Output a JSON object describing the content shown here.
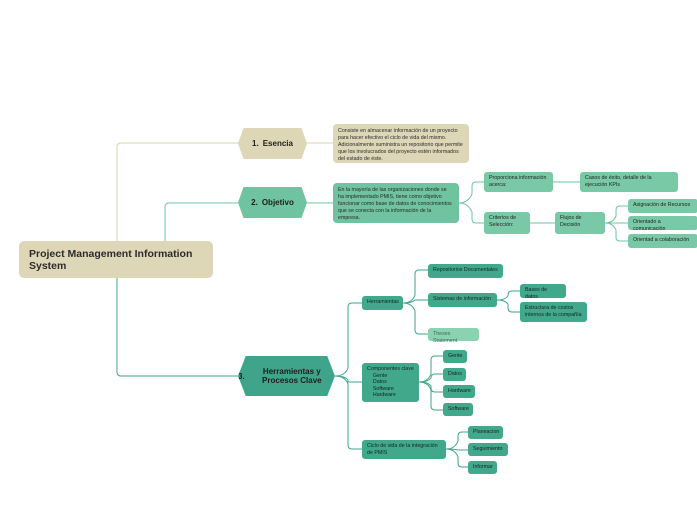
{
  "root": {
    "title": "Project Management Information System"
  },
  "branches": {
    "esencia": {
      "number": "1.",
      "label": "Esencia",
      "description": "Consiste en almacenar información de un proyecto para hacer efectivo el ciclo de vida del mismo. Adicionalmente suministra un repositorio que permite que los involucrados del proyecto estén informados del estado de éste."
    },
    "objetivo": {
      "number": "2.",
      "label": "Objetivo",
      "description": "En la mayoría de las organizaciones donde se ha implementado PMIS, tiene como objetivo funcionar como base de datos de conocimientos que se conecta con la información de la empresa.",
      "proporciona": {
        "label": "Proporciona información acerca:",
        "child": "Casos de éxito, detalle de la ejecución KPIs"
      },
      "criterios": {
        "label": "Criterios de Selección:",
        "flujos": "Flujos de Decisión",
        "children": [
          "Asignación de Recursos",
          "Orientado a comunicación",
          "Orientad a colaboración"
        ]
      }
    },
    "herramientas": {
      "number": "3.",
      "label": "Herramientas y Procesos Clave",
      "tools": {
        "label": "Herramientas",
        "repositorios": "Repositorios Documentales",
        "sistemas": {
          "label": "Sistemas de información",
          "children": [
            "Bases de datos",
            "Estructura de costos internos de la compañía"
          ]
        },
        "theses": "Theses Statement"
      },
      "componentes": {
        "label": "Componentes clave\n    Gente\n    Datos\n    Software\n    Hardware",
        "children": [
          "Gente",
          "Datos",
          "Hardware",
          "Software"
        ]
      },
      "ciclo": {
        "label": "Ciclo de vida de la integración de PMIS",
        "children": [
          "Planeacion",
          "Seguimiento",
          "Informar"
        ]
      }
    }
  },
  "colors": {
    "tan": "#ddd7b8",
    "mint": "#6fc3a0",
    "teal": "#3ea58a",
    "tan_line": "#d9d3b0",
    "mint_line": "#6fc3a0",
    "teal_line": "#3ea58a"
  }
}
